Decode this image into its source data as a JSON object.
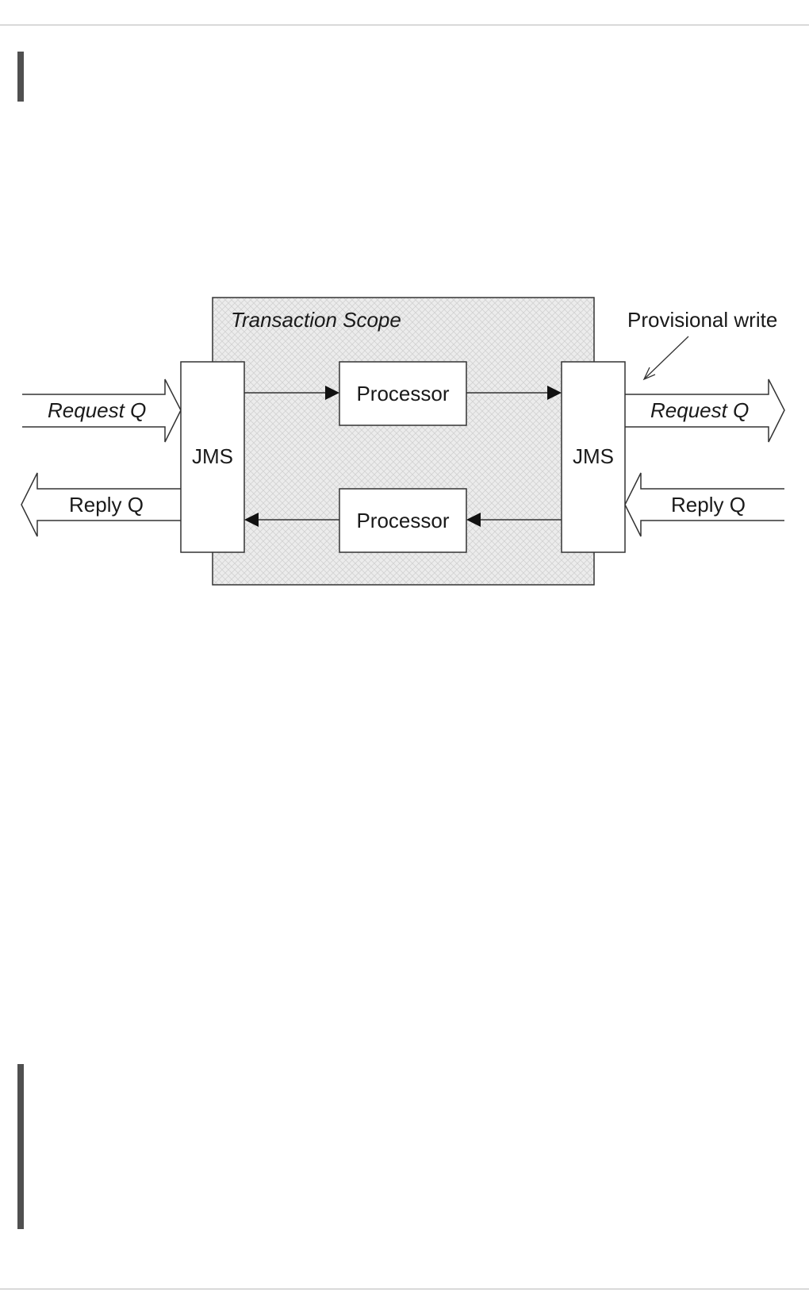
{
  "diagram": {
    "scope_label": "Transaction Scope",
    "annotation": "Provisional write",
    "left": {
      "endpoint_label": "JMS",
      "inbound_queue": "Request Q",
      "outbound_queue": "Reply Q"
    },
    "right": {
      "endpoint_label": "JMS",
      "outbound_queue": "Request Q",
      "inbound_queue": "Reply Q"
    },
    "processors": {
      "request_label": "Processor",
      "reply_label": "Processor"
    },
    "colors": {
      "stroke": "#333333",
      "scope_fill": "#e9e9e9",
      "hatch": "#cfcfcf",
      "box_fill": "#ffffff"
    }
  }
}
